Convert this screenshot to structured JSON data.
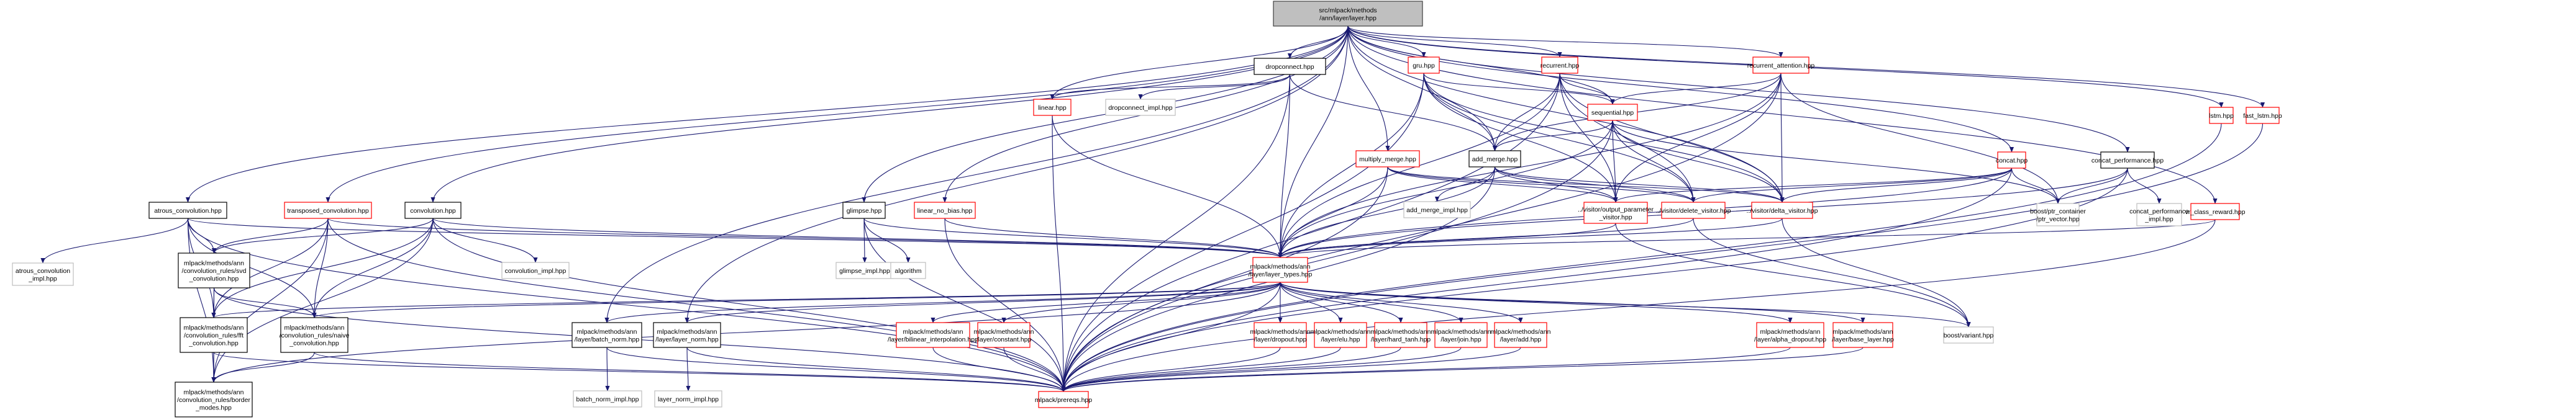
{
  "title": "src/mlpack/methods/ann/layer/layer.hpp include dependency graph",
  "colors": {
    "edge": "#191970",
    "root_fill": "#bfbfbf",
    "root_border": "#404040",
    "normal_border": "#000000",
    "truncated_border": "#ff0000",
    "external_border": "#bfbfbf"
  },
  "nodes": [
    {
      "id": "root",
      "label": [
        "src/mlpack/methods",
        "/ann/layer/layer.hpp"
      ],
      "kind": "root"
    },
    {
      "id": "atrous",
      "label": [
        "atrous_convolution.hpp"
      ],
      "kind": "normal"
    },
    {
      "id": "transposed",
      "label": [
        "transposed_convolution.hpp"
      ],
      "kind": "truncated"
    },
    {
      "id": "convolution",
      "label": [
        "convolution.hpp"
      ],
      "kind": "normal"
    },
    {
      "id": "glimpse",
      "label": [
        "glimpse.hpp"
      ],
      "kind": "normal"
    },
    {
      "id": "linear_no_bias",
      "label": [
        "linear_no_bias.hpp"
      ],
      "kind": "truncated"
    },
    {
      "id": "linear",
      "label": [
        "linear.hpp"
      ],
      "kind": "truncated"
    },
    {
      "id": "dropconnect",
      "label": [
        "dropconnect.hpp"
      ],
      "kind": "normal"
    },
    {
      "id": "dropconnect_impl",
      "label": [
        "dropconnect_impl.hpp"
      ],
      "kind": "external"
    },
    {
      "id": "gru",
      "label": [
        "gru.hpp"
      ],
      "kind": "truncated"
    },
    {
      "id": "multiply_merge",
      "label": [
        "multiply_merge.hpp"
      ],
      "kind": "truncated"
    },
    {
      "id": "add_merge",
      "label": [
        "add_merge.hpp"
      ],
      "kind": "normal"
    },
    {
      "id": "add_merge_impl",
      "label": [
        "add_merge_impl.hpp"
      ],
      "kind": "external"
    },
    {
      "id": "recurrent",
      "label": [
        "recurrent.hpp"
      ],
      "kind": "truncated"
    },
    {
      "id": "sequential",
      "label": [
        "sequential.hpp"
      ],
      "kind": "truncated"
    },
    {
      "id": "recurrent_attention",
      "label": [
        "recurrent_attention.hpp"
      ],
      "kind": "truncated"
    },
    {
      "id": "output_parameter",
      "label": [
        "../visitor/output_parameter",
        "_visitor.hpp"
      ],
      "kind": "truncated"
    },
    {
      "id": "delete_visitor",
      "label": [
        "../visitor/delete_visitor.hpp"
      ],
      "kind": "truncated"
    },
    {
      "id": "delta_visitor",
      "label": [
        "../visitor/delta_visitor.hpp"
      ],
      "kind": "truncated"
    },
    {
      "id": "concat",
      "label": [
        "concat.hpp"
      ],
      "kind": "truncated"
    },
    {
      "id": "ptr_vector",
      "label": [
        "boost/ptr_container",
        "/ptr_vector.hpp"
      ],
      "kind": "external"
    },
    {
      "id": "concat_performance",
      "label": [
        "concat_performance.hpp"
      ],
      "kind": "normal"
    },
    {
      "id": "concat_performance_impl",
      "label": [
        "concat_performance",
        "_impl.hpp"
      ],
      "kind": "external"
    },
    {
      "id": "vr_class_reward",
      "label": [
        "vr_class_reward.hpp"
      ],
      "kind": "truncated"
    },
    {
      "id": "lstm",
      "label": [
        "lstm.hpp"
      ],
      "kind": "truncated"
    },
    {
      "id": "fast_lstm",
      "label": [
        "fast_lstm.hpp"
      ],
      "kind": "truncated"
    },
    {
      "id": "atrous_impl",
      "label": [
        "atrous_convolution",
        "_impl.hpp"
      ],
      "kind": "external"
    },
    {
      "id": "svd_conv",
      "label": [
        "mlpack/methods/ann",
        "/convolution_rules/svd",
        "_convolution.hpp"
      ],
      "kind": "normal"
    },
    {
      "id": "fft_conv",
      "label": [
        "mlpack/methods/ann",
        "/convolution_rules/fft",
        "_convolution.hpp"
      ],
      "kind": "normal"
    },
    {
      "id": "naive_conv",
      "label": [
        "mlpack/methods/ann",
        "/convolution_rules/naive",
        "_convolution.hpp"
      ],
      "kind": "normal"
    },
    {
      "id": "border_modes",
      "label": [
        "mlpack/methods/ann",
        "/convolution_rules/border",
        "_modes.hpp"
      ],
      "kind": "normal"
    },
    {
      "id": "convolution_impl",
      "label": [
        "convolution_impl.hpp"
      ],
      "kind": "external"
    },
    {
      "id": "glimpse_impl",
      "label": [
        "glimpse_impl.hpp"
      ],
      "kind": "external"
    },
    {
      "id": "algorithm",
      "label": [
        "algorithm"
      ],
      "kind": "external"
    },
    {
      "id": "layer_types",
      "label": [
        "mlpack/methods/ann",
        "/layer/layer_types.hpp"
      ],
      "kind": "truncated"
    },
    {
      "id": "batch_norm",
      "label": [
        "mlpack/methods/ann",
        "/layer/batch_norm.hpp"
      ],
      "kind": "normal"
    },
    {
      "id": "layer_norm",
      "label": [
        "mlpack/methods/ann",
        "/layer/layer_norm.hpp"
      ],
      "kind": "normal"
    },
    {
      "id": "batch_norm_impl",
      "label": [
        "batch_norm_impl.hpp"
      ],
      "kind": "external"
    },
    {
      "id": "layer_norm_impl",
      "label": [
        "layer_norm_impl.hpp"
      ],
      "kind": "external"
    },
    {
      "id": "bilinear",
      "label": [
        "mlpack/methods/ann",
        "/layer/bilinear_interpolation.hpp"
      ],
      "kind": "truncated"
    },
    {
      "id": "constant",
      "label": [
        "mlpack/methods/ann",
        "/layer/constant.hpp"
      ],
      "kind": "truncated"
    },
    {
      "id": "dropout",
      "label": [
        "mlpack/methods/ann",
        "/layer/dropout.hpp"
      ],
      "kind": "truncated"
    },
    {
      "id": "elu",
      "label": [
        "mlpack/methods/ann",
        "/layer/elu.hpp"
      ],
      "kind": "truncated"
    },
    {
      "id": "hard_tanh",
      "label": [
        "mlpack/methods/ann",
        "/layer/hard_tanh.hpp"
      ],
      "kind": "truncated"
    },
    {
      "id": "join",
      "label": [
        "mlpack/methods/ann",
        "/layer/join.hpp"
      ],
      "kind": "truncated"
    },
    {
      "id": "add",
      "label": [
        "mlpack/methods/ann",
        "/layer/add.hpp"
      ],
      "kind": "truncated"
    },
    {
      "id": "alpha_dropout",
      "label": [
        "mlpack/methods/ann",
        "/layer/alpha_dropout.hpp"
      ],
      "kind": "truncated"
    },
    {
      "id": "base_layer",
      "label": [
        "mlpack/methods/ann",
        "/layer/base_layer.hpp"
      ],
      "kind": "truncated"
    },
    {
      "id": "variant",
      "label": [
        "boost/variant.hpp"
      ],
      "kind": "external"
    },
    {
      "id": "prereqs",
      "label": [
        "mlpack/prereqs.hpp"
      ],
      "kind": "truncated"
    }
  ],
  "edges": [
    [
      "root",
      "atrous"
    ],
    [
      "root",
      "transposed"
    ],
    [
      "root",
      "convolution"
    ],
    [
      "root",
      "glimpse"
    ],
    [
      "root",
      "linear_no_bias"
    ],
    [
      "root",
      "linear"
    ],
    [
      "root",
      "dropconnect"
    ],
    [
      "root",
      "gru"
    ],
    [
      "root",
      "multiply_merge"
    ],
    [
      "root",
      "add_merge"
    ],
    [
      "root",
      "recurrent"
    ],
    [
      "root",
      "sequential"
    ],
    [
      "root",
      "recurrent_attention"
    ],
    [
      "root",
      "concat"
    ],
    [
      "root",
      "concat_performance"
    ],
    [
      "root",
      "vr_class_reward"
    ],
    [
      "root",
      "lstm"
    ],
    [
      "root",
      "fast_lstm"
    ],
    [
      "root",
      "layer_types"
    ],
    [
      "root",
      "batch_norm"
    ],
    [
      "root",
      "layer_norm"
    ],
    [
      "root",
      "delta_visitor"
    ],
    [
      "atrous",
      "atrous_impl"
    ],
    [
      "atrous",
      "svd_conv"
    ],
    [
      "atrous",
      "fft_conv"
    ],
    [
      "atrous",
      "naive_conv"
    ],
    [
      "atrous",
      "border_modes"
    ],
    [
      "atrous",
      "layer_types"
    ],
    [
      "atrous",
      "prereqs"
    ],
    [
      "transposed",
      "svd_conv"
    ],
    [
      "transposed",
      "fft_conv"
    ],
    [
      "transposed",
      "naive_conv"
    ],
    [
      "transposed",
      "border_modes"
    ],
    [
      "transposed",
      "layer_types"
    ],
    [
      "transposed",
      "prereqs"
    ],
    [
      "convolution",
      "convolution_impl"
    ],
    [
      "convolution",
      "svd_conv"
    ],
    [
      "convolution",
      "fft_conv"
    ],
    [
      "convolution",
      "naive_conv"
    ],
    [
      "convolution",
      "border_modes"
    ],
    [
      "convolution",
      "layer_types"
    ],
    [
      "convolution",
      "prereqs"
    ],
    [
      "svd_conv",
      "fft_conv"
    ],
    [
      "svd_conv",
      "naive_conv"
    ],
    [
      "svd_conv",
      "border_modes"
    ],
    [
      "svd_conv",
      "prereqs"
    ],
    [
      "fft_conv",
      "border_modes"
    ],
    [
      "fft_conv",
      "prereqs"
    ],
    [
      "naive_conv",
      "border_modes"
    ],
    [
      "naive_conv",
      "prereqs"
    ],
    [
      "glimpse",
      "glimpse_impl"
    ],
    [
      "glimpse",
      "algorithm"
    ],
    [
      "glimpse",
      "layer_types"
    ],
    [
      "glimpse",
      "prereqs"
    ],
    [
      "linear_no_bias",
      "layer_types"
    ],
    [
      "linear_no_bias",
      "prereqs"
    ],
    [
      "linear",
      "layer_types"
    ],
    [
      "linear",
      "prereqs"
    ],
    [
      "dropconnect",
      "linear"
    ],
    [
      "dropconnect",
      "dropconnect_impl"
    ],
    [
      "dropconnect",
      "layer_types"
    ],
    [
      "dropconnect",
      "prereqs"
    ],
    [
      "dropconnect",
      "add_merge"
    ],
    [
      "gru",
      "sequential"
    ],
    [
      "gru",
      "add_merge"
    ],
    [
      "gru",
      "layer_types"
    ],
    [
      "gru",
      "output_parameter"
    ],
    [
      "gru",
      "delete_visitor"
    ],
    [
      "gru",
      "delta_visitor"
    ],
    [
      "gru",
      "prereqs"
    ],
    [
      "multiply_merge",
      "layer_types"
    ],
    [
      "multiply_merge",
      "output_parameter"
    ],
    [
      "multiply_merge",
      "delete_visitor"
    ],
    [
      "multiply_merge",
      "delta_visitor"
    ],
    [
      "multiply_merge",
      "prereqs"
    ],
    [
      "add_merge",
      "add_merge_impl"
    ],
    [
      "add_merge",
      "layer_types"
    ],
    [
      "add_merge",
      "output_parameter"
    ],
    [
      "add_merge",
      "delete_visitor"
    ],
    [
      "add_merge",
      "delta_visitor"
    ],
    [
      "add_merge",
      "prereqs"
    ],
    [
      "recurrent",
      "sequential"
    ],
    [
      "recurrent",
      "add_merge"
    ],
    [
      "recurrent",
      "layer_types"
    ],
    [
      "recurrent",
      "output_parameter"
    ],
    [
      "recurrent",
      "delete_visitor"
    ],
    [
      "recurrent",
      "delta_visitor"
    ],
    [
      "recurrent",
      "prereqs"
    ],
    [
      "sequential",
      "add_merge"
    ],
    [
      "sequential",
      "layer_types"
    ],
    [
      "sequential",
      "output_parameter"
    ],
    [
      "sequential",
      "delete_visitor"
    ],
    [
      "sequential",
      "delta_visitor"
    ],
    [
      "sequential",
      "ptr_vector"
    ],
    [
      "sequential",
      "prereqs"
    ],
    [
      "recurrent_attention",
      "sequential"
    ],
    [
      "recurrent_attention",
      "add_merge"
    ],
    [
      "recurrent_attention",
      "layer_types"
    ],
    [
      "recurrent_attention",
      "output_parameter"
    ],
    [
      "recurrent_attention",
      "delta_visitor"
    ],
    [
      "recurrent_attention",
      "ptr_vector"
    ],
    [
      "recurrent_attention",
      "prereqs"
    ],
    [
      "concat",
      "output_parameter"
    ],
    [
      "concat",
      "delete_visitor"
    ],
    [
      "concat",
      "delta_visitor"
    ],
    [
      "concat",
      "ptr_vector"
    ],
    [
      "concat",
      "layer_types"
    ],
    [
      "concat",
      "prereqs"
    ],
    [
      "concat_performance",
      "ptr_vector"
    ],
    [
      "concat_performance",
      "concat_performance_impl"
    ],
    [
      "concat_performance",
      "layer_types"
    ],
    [
      "concat_performance",
      "prereqs"
    ],
    [
      "vr_class_reward",
      "layer_types"
    ],
    [
      "vr_class_reward",
      "prereqs"
    ],
    [
      "lstm",
      "prereqs"
    ],
    [
      "fast_lstm",
      "prereqs"
    ],
    [
      "output_parameter",
      "layer_types"
    ],
    [
      "output_parameter",
      "variant"
    ],
    [
      "delete_visitor",
      "layer_types"
    ],
    [
      "delete_visitor",
      "variant"
    ],
    [
      "delta_visitor",
      "layer_types"
    ],
    [
      "delta_visitor",
      "variant"
    ],
    [
      "layer_types",
      "batch_norm"
    ],
    [
      "layer_types",
      "layer_norm"
    ],
    [
      "layer_types",
      "bilinear"
    ],
    [
      "layer_types",
      "constant"
    ],
    [
      "layer_types",
      "dropout"
    ],
    [
      "layer_types",
      "elu"
    ],
    [
      "layer_types",
      "hard_tanh"
    ],
    [
      "layer_types",
      "join"
    ],
    [
      "layer_types",
      "add"
    ],
    [
      "layer_types",
      "alpha_dropout"
    ],
    [
      "layer_types",
      "base_layer"
    ],
    [
      "layer_types",
      "variant"
    ],
    [
      "layer_types",
      "naive_conv"
    ],
    [
      "layer_types",
      "fft_conv"
    ],
    [
      "layer_types",
      "border_modes"
    ],
    [
      "layer_types",
      "prereqs"
    ],
    [
      "batch_norm",
      "batch_norm_impl"
    ],
    [
      "batch_norm",
      "prereqs"
    ],
    [
      "layer_norm",
      "layer_norm_impl"
    ],
    [
      "layer_norm",
      "prereqs"
    ],
    [
      "bilinear",
      "prereqs"
    ],
    [
      "constant",
      "prereqs"
    ],
    [
      "dropout",
      "prereqs"
    ],
    [
      "elu",
      "prereqs"
    ],
    [
      "hard_tanh",
      "prereqs"
    ],
    [
      "join",
      "prereqs"
    ],
    [
      "add",
      "prereqs"
    ],
    [
      "alpha_dropout",
      "prereqs"
    ],
    [
      "base_layer",
      "prereqs"
    ]
  ]
}
